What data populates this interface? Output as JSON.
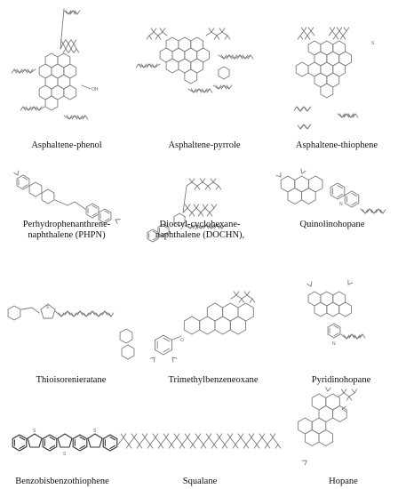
{
  "molecules": [
    {
      "label": "Asphaltene-phenol"
    },
    {
      "label": "Asphaltene-pyrrole"
    },
    {
      "label": "Asphaltene-thiophene"
    },
    {
      "label_line1": "Perhydrophenanthrene-",
      "label_line2": "naphthalene (PHPN)"
    },
    {
      "label_line1": "Dioctyl-cyclohexane-",
      "label_line2": "naphthalene (DOCHN),"
    },
    {
      "label": "Quinolinohopane"
    },
    {
      "label": "Thioisorenieratane"
    },
    {
      "label": "Trimethylbenzeneoxane"
    },
    {
      "label": "Pyridinohopane"
    },
    {
      "label": "Benzobisbenzothiophene"
    },
    {
      "label": "Squalane"
    },
    {
      "label": "Hopane"
    }
  ],
  "colors": {
    "bond": "#7a7a7a",
    "dark_bond": "#333333",
    "text": "#111111"
  }
}
